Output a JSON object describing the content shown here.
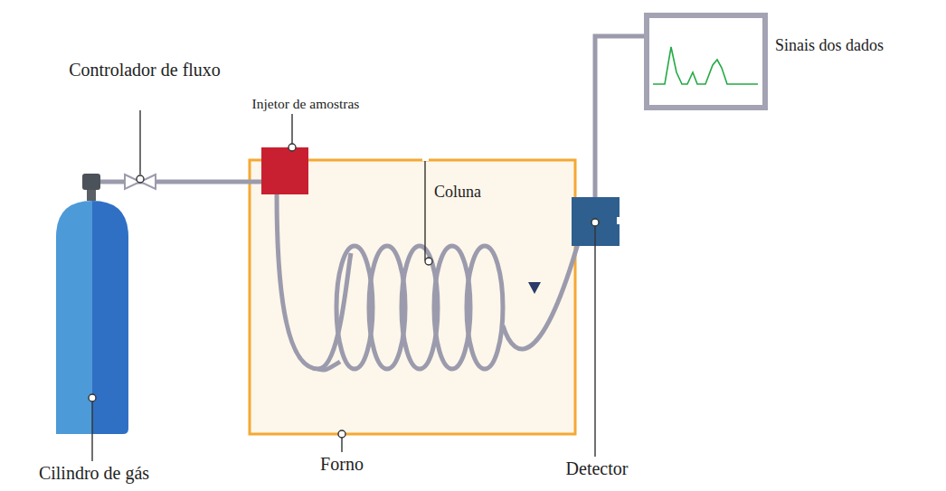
{
  "diagram": {
    "labels": [
      "Controlador de fluxo",
      "Injetor de amostras",
      "Coluna",
      "Sinais dos dados",
      "Cilindro de gás",
      "Forno",
      "Detector"
    ]
  }
}
